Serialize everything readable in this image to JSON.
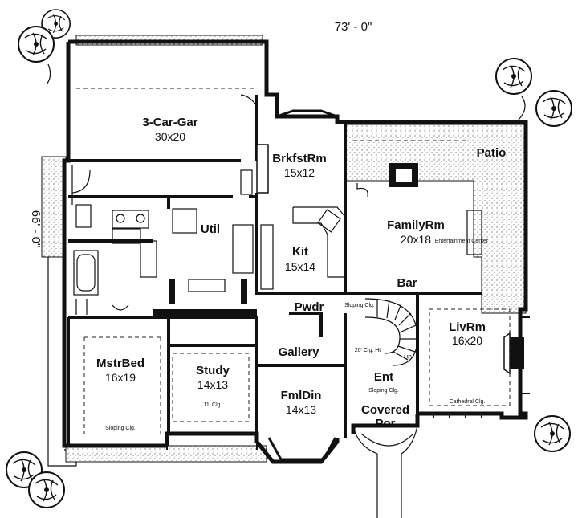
{
  "dimensions": {
    "width": "73' - 0\"",
    "depth": "66' - 0\""
  },
  "rooms": {
    "garage": {
      "name": "3-Car-Gar",
      "size": "30x20"
    },
    "breakfast": {
      "name": "BrkfstRm",
      "size": "15x12"
    },
    "patio": {
      "name": "Patio"
    },
    "family": {
      "name": "FamilyRm",
      "size": "20x18",
      "note": "Entertainment Center"
    },
    "util": {
      "name": "Util"
    },
    "kitchen": {
      "name": "Kit",
      "size": "15x14"
    },
    "bar": {
      "name": "Bar"
    },
    "powder": {
      "name": "Pwdr"
    },
    "gallery": {
      "name": "Gallery"
    },
    "living": {
      "name": "LivRm",
      "size": "16x20",
      "note": "Cathedral Clg."
    },
    "master": {
      "name": "MstrBed",
      "size": "16x19",
      "note": "Sloping Clg."
    },
    "study": {
      "name": "Study",
      "size": "14x13",
      "note": "11' Clg."
    },
    "dining": {
      "name": "FmlDin",
      "size": "14x13"
    },
    "entry": {
      "name": "Ent",
      "note": "Sloping Clg."
    },
    "porch": {
      "name": "Covered",
      "name2": "Por"
    }
  },
  "notes": {
    "stair_top": "Sloping Clg.",
    "stair_mid": "20' Clg. Ht",
    "stair_up": "UP"
  }
}
